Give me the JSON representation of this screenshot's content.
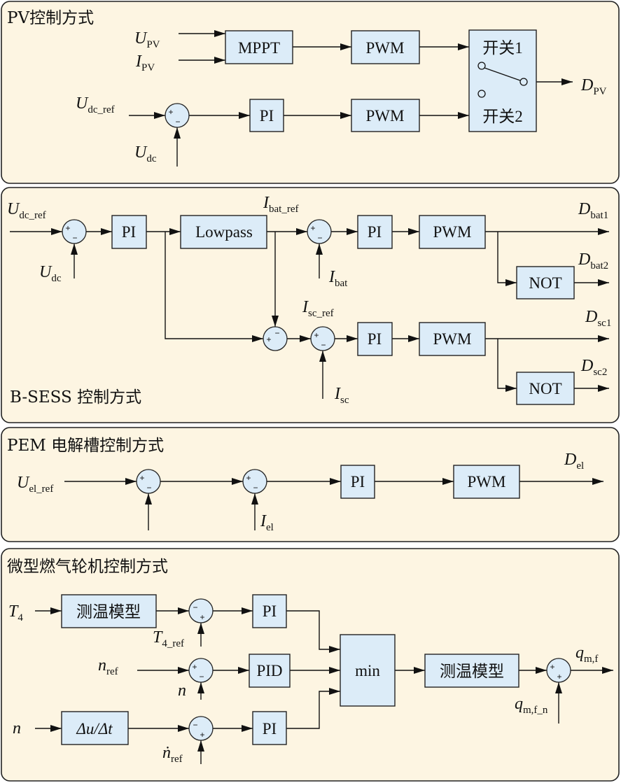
{
  "panels": {
    "pv": {
      "title": "PV控制方式",
      "blocks": {
        "mppt": "MPPT",
        "pwm1": "PWM",
        "pi": "PI",
        "pwm2": "PWM",
        "switch1": "开关1",
        "switch2": "开关2"
      },
      "signals": {
        "u_pv": {
          "main": "U",
          "sub": "PV"
        },
        "i_pv": {
          "main": "I",
          "sub": "PV"
        },
        "u_dc_ref": {
          "main": "U",
          "sub": "dc_ref"
        },
        "u_dc": {
          "main": "U",
          "sub": "dc"
        },
        "d_pv": {
          "main": "D",
          "sub": "PV"
        }
      }
    },
    "bsess": {
      "title": "B-SESS 控制方式",
      "blocks": {
        "pi1": "PI",
        "lowpass": "Lowpass",
        "pi2": "PI",
        "pwm1": "PWM",
        "not1": "NOT",
        "pi3": "PI",
        "pwm2": "PWM",
        "not2": "NOT"
      },
      "signals": {
        "u_dc_ref": {
          "main": "U",
          "sub": "dc_ref"
        },
        "u_dc": {
          "main": "U",
          "sub": "dc"
        },
        "i_bat_ref": {
          "main": "I",
          "sub": "bat_ref"
        },
        "i_bat": {
          "main": "I",
          "sub": "bat"
        },
        "i_sc_ref": {
          "main": "I",
          "sub": "sc_ref"
        },
        "i_sc": {
          "main": "I",
          "sub": "sc"
        },
        "d_bat1": {
          "main": "D",
          "sub": "bat1"
        },
        "d_bat2": {
          "main": "D",
          "sub": "bat2"
        },
        "d_sc1": {
          "main": "D",
          "sub": "sc1"
        },
        "d_sc2": {
          "main": "D",
          "sub": "sc2"
        }
      }
    },
    "pem": {
      "title": "PEM 电解槽控制方式",
      "blocks": {
        "pi": "PI",
        "pwm": "PWM"
      },
      "signals": {
        "u_el_ref": {
          "main": "U",
          "sub": "el_ref"
        },
        "i_el": {
          "main": "I",
          "sub": "el"
        },
        "d_el": {
          "main": "D",
          "sub": "el"
        }
      }
    },
    "mgt": {
      "title": "微型燃气轮机控制方式",
      "blocks": {
        "temp_model1": "测温模型",
        "pi1": "PI",
        "pid": "PID",
        "du_dt": "Δu/Δt",
        "pi2": "PI",
        "min": "min",
        "temp_model2": "测温模型"
      },
      "signals": {
        "t4": {
          "main": "T",
          "sub": "4"
        },
        "t4_ref": {
          "main": "T",
          "sub": "4_ref"
        },
        "n_ref": {
          "main": "n",
          "sub": "ref"
        },
        "n": {
          "main": "n"
        },
        "n_in": {
          "main": "n"
        },
        "ndot_ref": {
          "main": "ṅ",
          "sub": "ref"
        },
        "q_mf": {
          "main": "q",
          "sub": "m,f"
        },
        "q_mf_n": {
          "main": "q",
          "sub": "m,f_n"
        }
      }
    }
  },
  "signs": {
    "plus": "+",
    "minus": "−"
  }
}
